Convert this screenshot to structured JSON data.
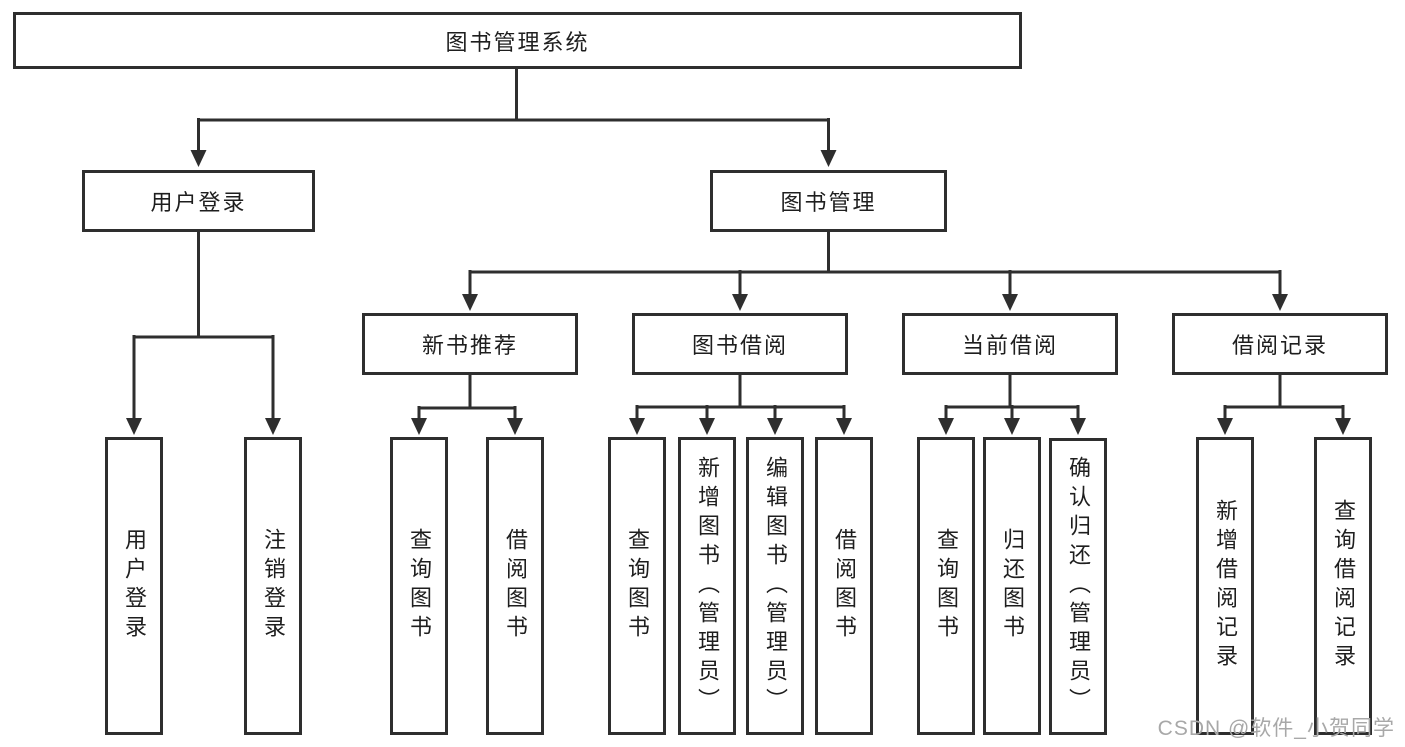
{
  "diagram": {
    "title": "图书管理系统",
    "nodes": {
      "root": "图书管理系统",
      "user_login": "用户登录",
      "book_mgmt": "图书管理",
      "new_book": "新书推荐",
      "book_borrow": "图书借阅",
      "current_borrow": "当前借阅",
      "borrow_records": "借阅记录",
      "leaves": {
        "login": [
          "用户登录",
          "注销登录"
        ],
        "new_book": [
          "查询图书",
          "借阅图书"
        ],
        "book_borrow": [
          "查询图书",
          "新增图书（管理员）",
          "编辑图书（管理员）",
          "借阅图书"
        ],
        "current_borrow": [
          "查询图书",
          "归还图书",
          "确认归还（管理员）"
        ],
        "borrow_records": [
          "新增借阅记录",
          "查询借阅记录"
        ]
      }
    }
  },
  "watermark": "CSDN @软件_小贺同学",
  "colors": {
    "line": "#2e2e2e",
    "text": "#1e1e1e",
    "box_background": "#ffffff",
    "watermark": "#a8a8a8",
    "background": "#ffffff"
  }
}
